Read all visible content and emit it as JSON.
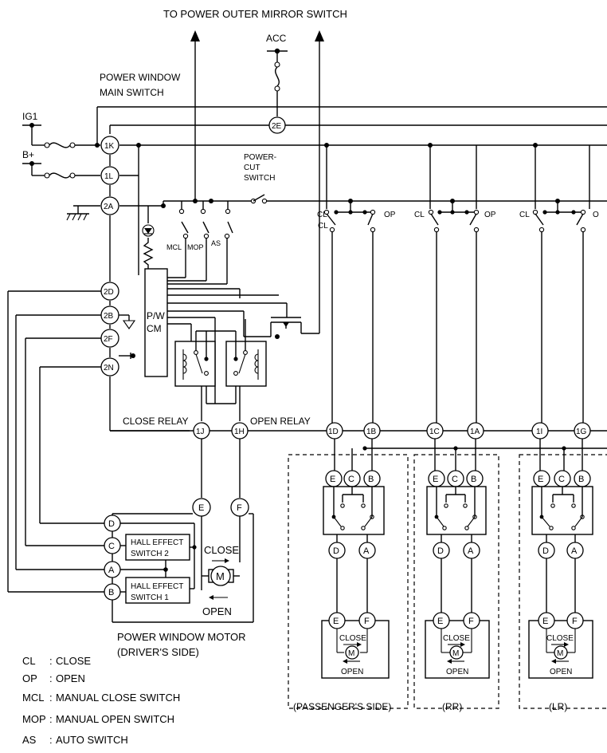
{
  "labels": {
    "top_title": "TO POWER OUTER MIRROR SWITCH",
    "acc": "ACC",
    "main_switch_line1": "POWER WINDOW",
    "main_switch_line2": "MAIN SWITCH",
    "ig1": "IG1",
    "bplus": "B+",
    "power_cut_1": "POWER-",
    "power_cut_2": "CUT",
    "power_cut_3": "SWITCH",
    "pw_cm_1": "P/W",
    "pw_cm_2": "CM",
    "mcl": "MCL",
    "mop": "MOP",
    "as": "AS",
    "close_relay": "CLOSE RELAY",
    "open_relay": "OPEN RELAY",
    "hall2_1": "HALL EFFECT",
    "hall2_2": "SWITCH 2",
    "hall1_1": "HALL EFFECT",
    "hall1_2": "SWITCH 1",
    "close": "CLOSE",
    "open": "OPEN",
    "motor_m": "M",
    "motor_caption_1": "POWER WINDOW MOTOR",
    "motor_caption_2": "(DRIVER'S SIDE)",
    "cl": "CL",
    "op": "OP",
    "o_partial": "O",
    "passenger": "(PASSENGER'S SIDE)",
    "rr": "(RR)",
    "lr": "(LR)"
  },
  "connectors": {
    "c2E": "2E",
    "c1K": "1K",
    "c1L": "1L",
    "c2A": "2A",
    "c2D": "2D",
    "c2B": "2B",
    "c2F": "2F",
    "c2N": "2N",
    "c1J": "1J",
    "c1H": "1H",
    "c1D": "1D",
    "c1B": "1B",
    "c1C": "1C",
    "c1A": "1A",
    "c1I": "1I",
    "c1G": "1G",
    "E": "E",
    "F": "F",
    "C": "C",
    "B": "B",
    "D": "D",
    "A": "A"
  },
  "legend": [
    {
      "abbr": "CL",
      "sep": ":",
      "text": "CLOSE"
    },
    {
      "abbr": "OP",
      "sep": ":",
      "text": "OPEN"
    },
    {
      "abbr": "MCL",
      "sep": ":",
      "text": "MANUAL CLOSE SWITCH"
    },
    {
      "abbr": "MOP",
      "sep": ":",
      "text": "MANUAL OPEN SWITCH"
    },
    {
      "abbr": "AS",
      "sep": ":",
      "text": "AUTO SWITCH"
    }
  ]
}
